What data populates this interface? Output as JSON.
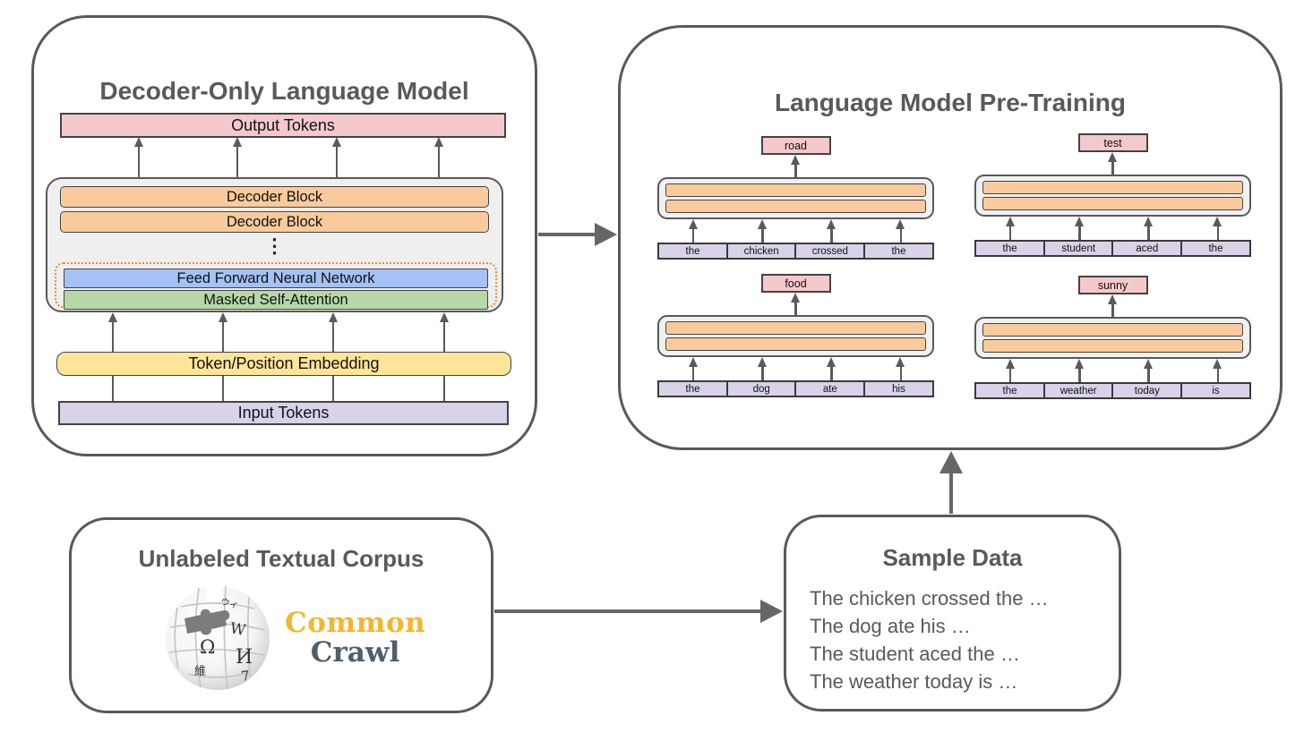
{
  "colors": {
    "panel_border": "#595959",
    "title_gray": "#595959",
    "pink": "#f5c8cc",
    "orange": "#f9cb9c",
    "blue": "#a4c2f4",
    "green": "#b6d7a8",
    "yellow": "#ffe599",
    "purple": "#d9d2e9",
    "stack_gray": "#efefef",
    "dotted_orange": "#e69138",
    "arrow_gray": "#666666",
    "cc_gold": "#f2b72e",
    "cc_slate": "#4e5e6c"
  },
  "decoder_box": {
    "title": "Decoder-Only Language Model",
    "output_label": "Output Tokens",
    "blocks": [
      "Decoder Block",
      "Decoder Block"
    ],
    "dots": "⋮",
    "ffn_label": "Feed Forward Neural Network",
    "attn_label": "Masked Self-Attention",
    "embed_label": "Token/Position Embedding",
    "input_label": "Input Tokens"
  },
  "pretrain_box": {
    "title": "Language Model Pre-Training",
    "examples": [
      {
        "prediction": "road",
        "tokens": [
          "the",
          "chicken",
          "crossed",
          "the"
        ]
      },
      {
        "prediction": "test",
        "tokens": [
          "the",
          "student",
          "aced",
          "the"
        ]
      },
      {
        "prediction": "food",
        "tokens": [
          "the",
          "dog",
          "ate",
          "his"
        ]
      },
      {
        "prediction": "sunny",
        "tokens": [
          "the",
          "weather",
          "today",
          "is"
        ]
      }
    ]
  },
  "corpus_box": {
    "title": "Unlabeled Textual Corpus",
    "wikipedia_icon": "wikipedia-puzzle-globe",
    "wiki_glyphs": [
      "Ω",
      "W",
      "И",
      "維",
      "7",
      "ウィ"
    ],
    "common_crawl": [
      "Common",
      "Crawl"
    ]
  },
  "sample_box": {
    "title": "Sample Data",
    "lines": [
      "The chicken crossed the …",
      "The dog ate his …",
      "The student aced the …",
      "The weather today is …"
    ]
  }
}
